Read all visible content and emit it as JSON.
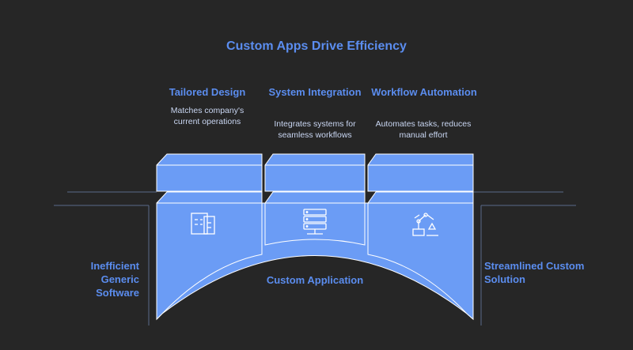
{
  "title": "Custom Apps Drive Efficiency",
  "pillars": [
    {
      "heading": "Tailored Design",
      "description": "Matches company's current operations",
      "icon": "building-icon"
    },
    {
      "heading": "System Integration",
      "description": "Integrates systems for seamless workflows",
      "icon": "server-icon"
    },
    {
      "heading": "Workflow Automation",
      "description": "Automates tasks, reduces manual effort",
      "icon": "robot-arm-icon"
    }
  ],
  "left_label": "Inefficient Generic Software",
  "right_label": "Streamlined Custom Solution",
  "bridge_label": "Custom Application",
  "colors": {
    "background": "#262626",
    "accent": "#5b8def",
    "block": "#6b9cf5",
    "outline": "#ffffff"
  }
}
